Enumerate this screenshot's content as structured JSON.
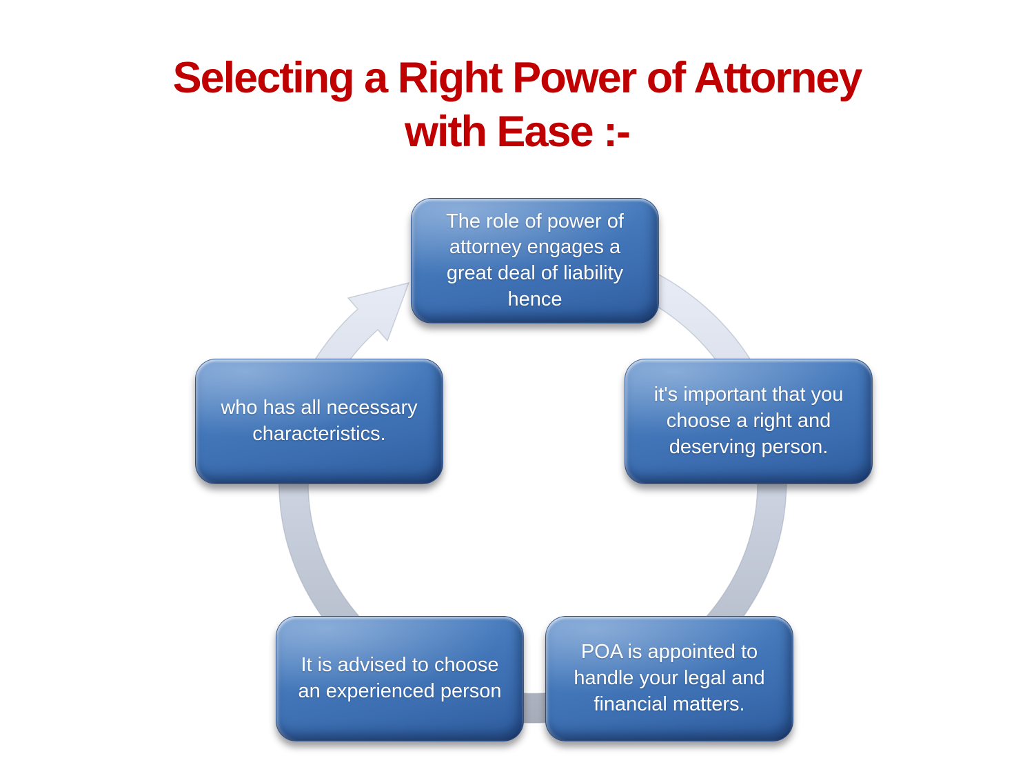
{
  "slide": {
    "title_line1": "Selecting a Right Power of Attorney",
    "title_line2": "with Ease :-",
    "title_color": "#c00000",
    "background_color": "#ffffff"
  },
  "diagram": {
    "type": "cycle",
    "direction": "clockwise",
    "arrow_ring_color_top": "#e9eef7",
    "arrow_ring_color_bottom": "#a6acb8",
    "node_fill_light": "#5f90cd",
    "node_fill_dark": "#2e5c9d",
    "node_text_color": "#ffffff",
    "nodes": [
      {
        "position": "top",
        "text": "The role of power of attorney engages a great deal of liability hence"
      },
      {
        "position": "right",
        "text": "it's important that you choose a right and deserving person."
      },
      {
        "position": "bottom-right",
        "text": "POA is appointed to handle your legal and financial matters."
      },
      {
        "position": "bottom-left",
        "text": "It is advised to choose an experienced person"
      },
      {
        "position": "left",
        "text": "who has all necessary characteristics."
      }
    ]
  }
}
